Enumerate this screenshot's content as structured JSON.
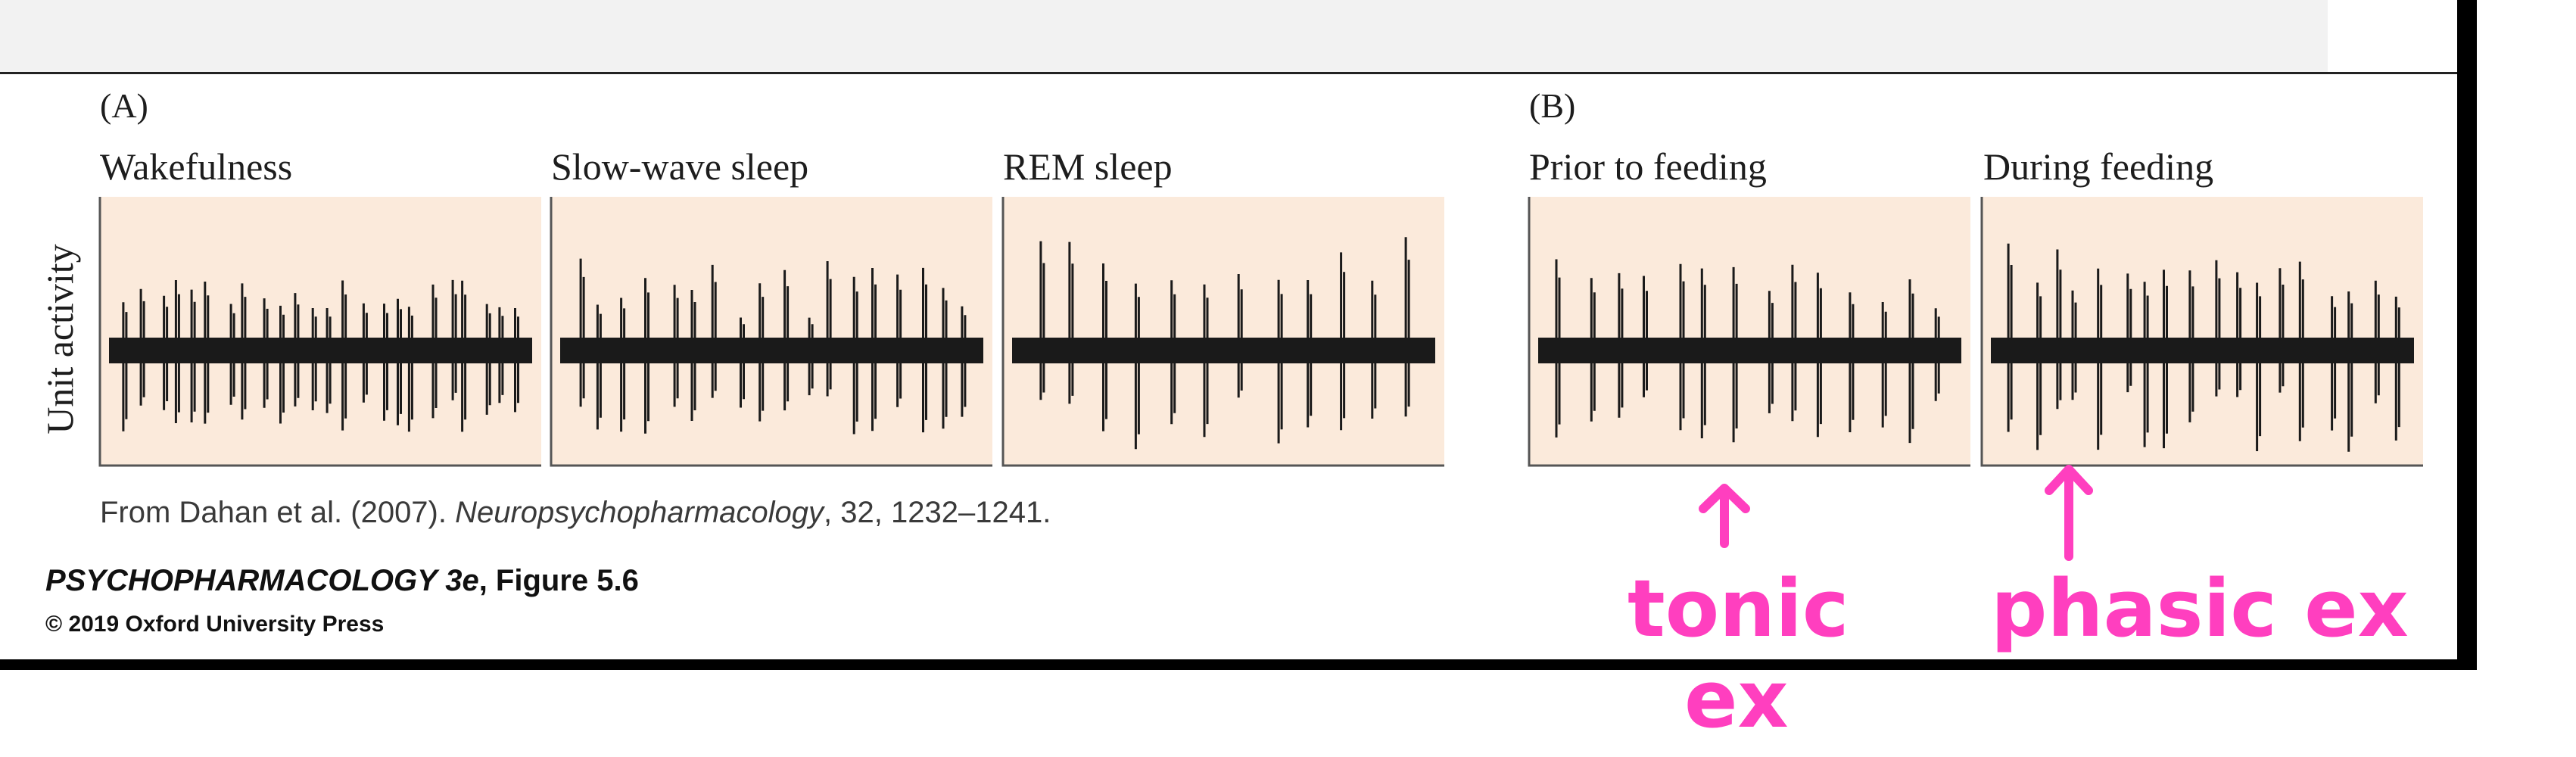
{
  "figure": {
    "panel_a": {
      "letter": "(A)",
      "conditions": [
        "Wakefulness",
        "Slow-wave sleep",
        "REM sleep"
      ]
    },
    "panel_b": {
      "letter": "(B)",
      "conditions": [
        "Prior to feeding",
        "During feeding"
      ]
    },
    "y_axis_label": "Unit activity",
    "source": {
      "prefix": "From Dahan et al. (2007). ",
      "journal": "Neuropsychopharmacology",
      "suffix": ", 32, 1232–1241."
    },
    "caption": {
      "book": "PSYCHOPHARMACOLOGY 3e",
      "figure": ", Figure 5.6",
      "copyright": "© 2019 Oxford University Press"
    }
  },
  "annotations": {
    "tonic_line1": "tonic",
    "tonic_line2": "ex",
    "phasic": "phasic ex"
  },
  "colors": {
    "panel_fill": "#fbeadb",
    "trace": "#1a1a1a",
    "annotation_ink": "#ff3fbf"
  }
}
